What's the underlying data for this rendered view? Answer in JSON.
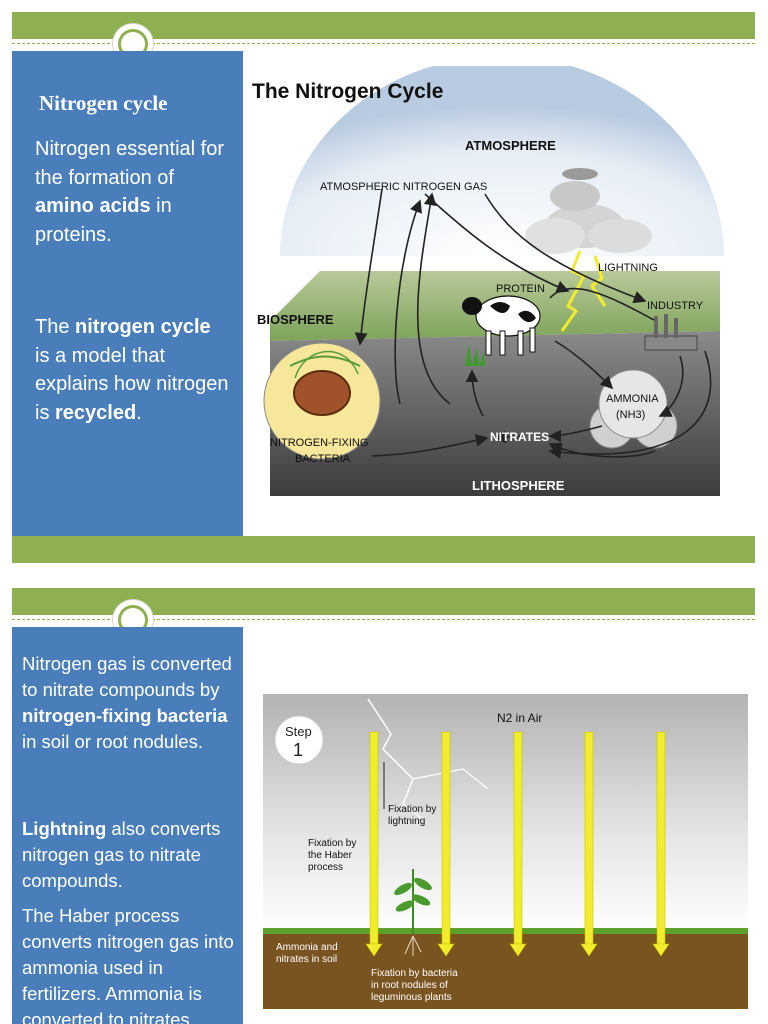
{
  "slide1": {
    "heading": "Nitrogen cycle",
    "para1": {
      "t1": "Nitrogen essential for the formation of ",
      "b1": "amino acids",
      "t2": " in proteins."
    },
    "para2": {
      "t1": "The ",
      "b1": "nitrogen cycle",
      "t2": " is a model that explains how nitrogen is ",
      "b2": "recycled",
      "t3": "."
    },
    "diagram": {
      "title": "The Nitrogen Cycle",
      "atmosphere": "ATMOSPHERE",
      "atm_gas": "ATMOSPHERIC NITROGEN GAS",
      "lightning": "LIGHTNING",
      "protein": "PROTEIN",
      "industry": "INDUSTRY",
      "biosphere": "BIOSPHERE",
      "ammonia": "AMMONIA",
      "nh3": "(NH3)",
      "bacteria_line1": "NITROGEN-FIXING",
      "bacteria_line2": "BACTERIA",
      "nitrates": "NITRATES",
      "lithosphere": "LITHOSPHERE"
    }
  },
  "slide2": {
    "para1": {
      "t1": "Nitrogen gas is converted to nitrate compounds by ",
      "b1": "nitrogen-fixing bacteria",
      "t2": " in soil or root nodules."
    },
    "para2": {
      "b1": "Lightning",
      "t1": " also converts nitrogen gas to nitrate compounds."
    },
    "para3": {
      "t1": "The Haber process converts nitrogen gas into ammonia used in fertilizers. Ammonia is converted to nitrates"
    },
    "diagram": {
      "step_word": "Step",
      "step_num": "1",
      "n2_in_air": "N2 in Air",
      "fix_lightning_1": "Fixation by",
      "fix_lightning_2": "lightning",
      "haber_1": "Fixation by",
      "haber_2": "the Haber",
      "haber_3": "process",
      "soil_1": "Ammonia and",
      "soil_2": "nitrates in soil",
      "bact_1": "Fixation by bacteria",
      "bact_2": "in root nodules of",
      "bact_3": "leguminous plants"
    }
  },
  "colors": {
    "accent_green": "#8fb050",
    "panel_blue": "#4a7ebb",
    "arrow_yellow": "#f2ec2e"
  }
}
